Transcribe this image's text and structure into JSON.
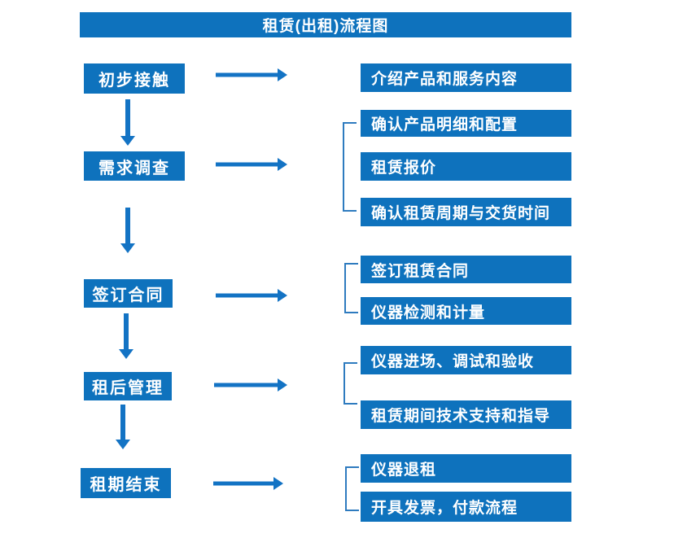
{
  "title": "租赁(出租)流程图",
  "colors": {
    "box_fill": "#0e72bd",
    "arrow": "#1373c4",
    "bracket": "#2e7bbf",
    "box_text": "#ffffff",
    "background": "#ffffff"
  },
  "stages": [
    {
      "label": "初步接触"
    },
    {
      "label": "需求调查"
    },
    {
      "label": "签订合同"
    },
    {
      "label": "租后管理"
    },
    {
      "label": "租期结束"
    }
  ],
  "details": [
    {
      "label": "介绍产品和服务内容"
    },
    {
      "label": "确认产品明细和配置"
    },
    {
      "label": "租赁报价"
    },
    {
      "label": "确认租赁周期与交货时间"
    },
    {
      "label": "签订租赁合同"
    },
    {
      "label": "仪器检测和计量"
    },
    {
      "label": "仪器进场、调试和验收"
    },
    {
      "label": "租赁期间技术支持和指导"
    },
    {
      "label": "仪器退租"
    },
    {
      "label": "开具发票，付款流程"
    }
  ]
}
